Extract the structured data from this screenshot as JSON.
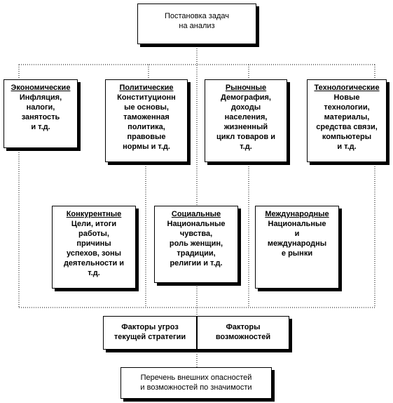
{
  "top_box": {
    "text": "Постановка задач\nна анализ"
  },
  "factors": [
    {
      "title": "Экономические",
      "body": "Инфляция,\nналоги,\nзанятость\nи т.д."
    },
    {
      "title": "Политические",
      "body": "Конституционн\nые основы,\nтаможенная\nполитика,\nправовые\nнормы и т.д."
    },
    {
      "title": "Рыночные",
      "body": "Демография,\nдоходы\nнаселения,\nжизненный\nцикл товаров и\nт.д."
    },
    {
      "title": "Технологические",
      "body": "Новые\nтехнологии,\nматериалы,\nсредства связи,\nкомпьютеры\nи т.д."
    },
    {
      "title": "Конкурентные",
      "body": "Цели, итоги\nработы,\nпричины\nуспехов, зоны\nдеятельности и\nт.д."
    },
    {
      "title": "Социальные",
      "body": "Национальные\nчувства,\nроль женщин,\nтрадиции,\nрелигии и т.д."
    },
    {
      "title": "Международные",
      "body": "Национальные\nи\nмеждународны\nе рынки"
    }
  ],
  "threats_box": {
    "text": "Факторы угроз\nтекущей стратегии"
  },
  "opportunities_box": {
    "text": "Факторы\nвозможностей"
  },
  "result_box": {
    "text": "Перечень внешних опасностей\nи возможностей по значимости"
  }
}
